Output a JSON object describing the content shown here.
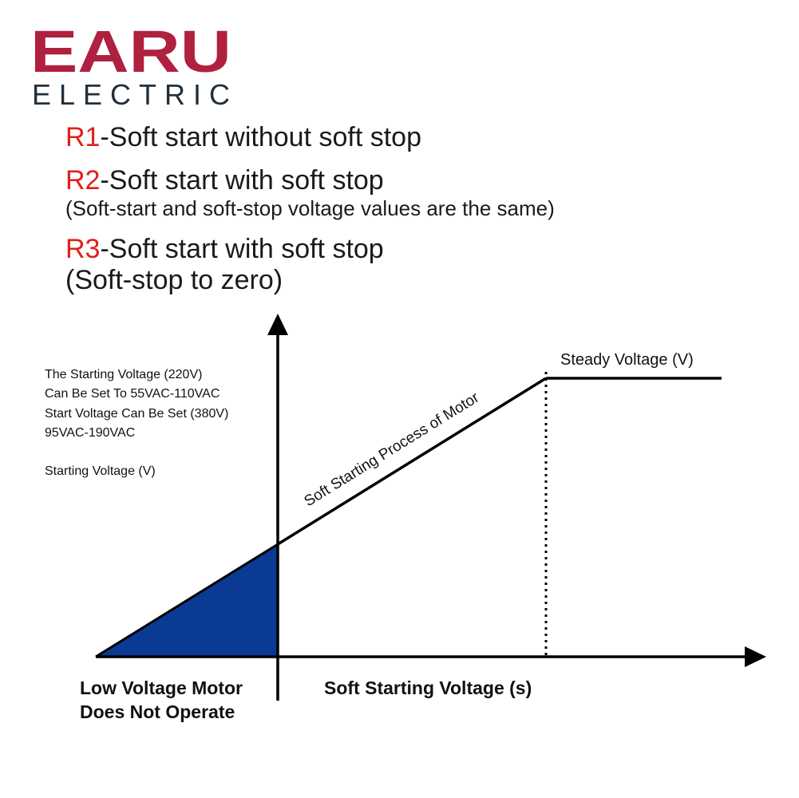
{
  "logo": {
    "brand": "EARU",
    "subtitle": "ELECTRIC",
    "brand_color": "#b0203f",
    "subtitle_color": "#1f2f3d"
  },
  "modes": [
    {
      "code": "R1",
      "text": "-Soft start without soft stop",
      "note": ""
    },
    {
      "code": "R2",
      "text": "-Soft start with soft stop",
      "note": "(Soft-start and soft-stop voltage values are the same)"
    },
    {
      "code": "R3",
      "text": "-Soft start with soft stop",
      "note": "(Soft-stop to zero)"
    }
  ],
  "diagram": {
    "starting_voltage_notes": [
      "The Starting Voltage (220V)",
      "Can Be Set To 55VAC-110VAC",
      "Start Voltage Can Be Set (380V)",
      "95VAC-190VAC"
    ],
    "starting_voltage_label": "Starting Voltage (V)",
    "ramp_label": "Soft Starting Process of Motor",
    "steady_label": "Steady Voltage (V)",
    "x_axis_label": "Soft Starting Voltage (s)",
    "low_voltage_label_1": "Low Voltage Motor",
    "low_voltage_label_2": "Does Not Operate",
    "fill_color": "#0b3a94",
    "code_color": "#e0201b"
  }
}
